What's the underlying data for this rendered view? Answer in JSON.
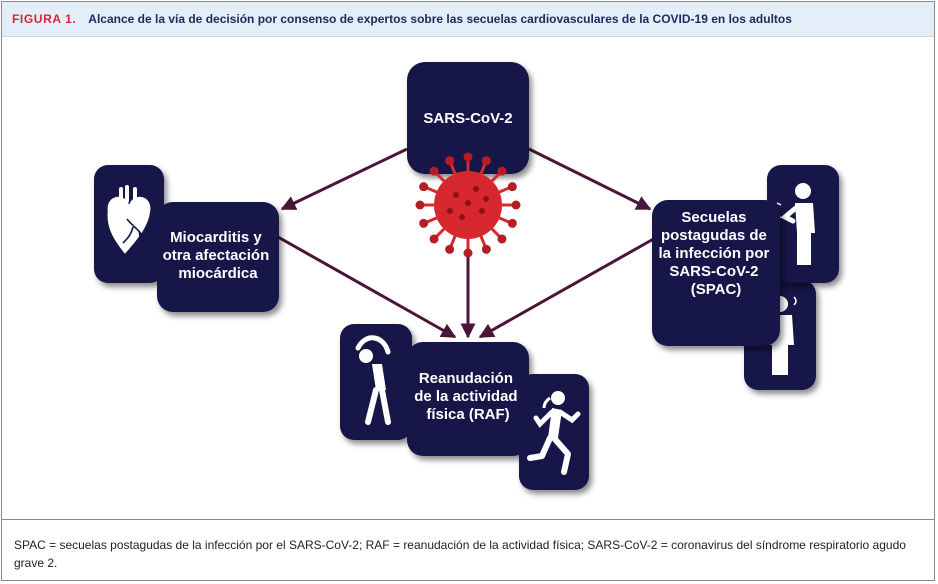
{
  "header": {
    "figure_label": "FIGURA 1.",
    "title": "Alcance de la vía de decisión por consenso de expertos sobre las secuelas cardiovasculares de la COVID-19 en los adultos"
  },
  "nodes": {
    "sars": {
      "lines": [
        "SARS-CoV-2"
      ]
    },
    "myocarditis": {
      "lines": [
        "Miocarditis y",
        "otra afectación",
        "miocárdica"
      ]
    },
    "spac": {
      "lines": [
        "Secuelas",
        "postagudas de",
        "la infección por",
        "SARS-CoV-2",
        "(SPAC)"
      ]
    },
    "raf": {
      "lines": [
        "Reanudación",
        "de la actividad",
        "física (RAF)"
      ]
    }
  },
  "icons": [
    "virus-icon",
    "heart-icon",
    "coughing-person-icon",
    "dizzy-person-icon",
    "stretching-person-icon",
    "running-person-icon"
  ],
  "colors": {
    "box": "#14184a",
    "arrow": "#4a1538",
    "virus": "#d8282f",
    "accent": "#d1273c"
  },
  "footer": {
    "note": "SPAC = secuelas postagudas de la infección por el SARS-CoV-2; RAF = reanudación de la actividad física; SARS-CoV-2 = coronavirus del síndrome respiratorio agudo grave 2."
  }
}
